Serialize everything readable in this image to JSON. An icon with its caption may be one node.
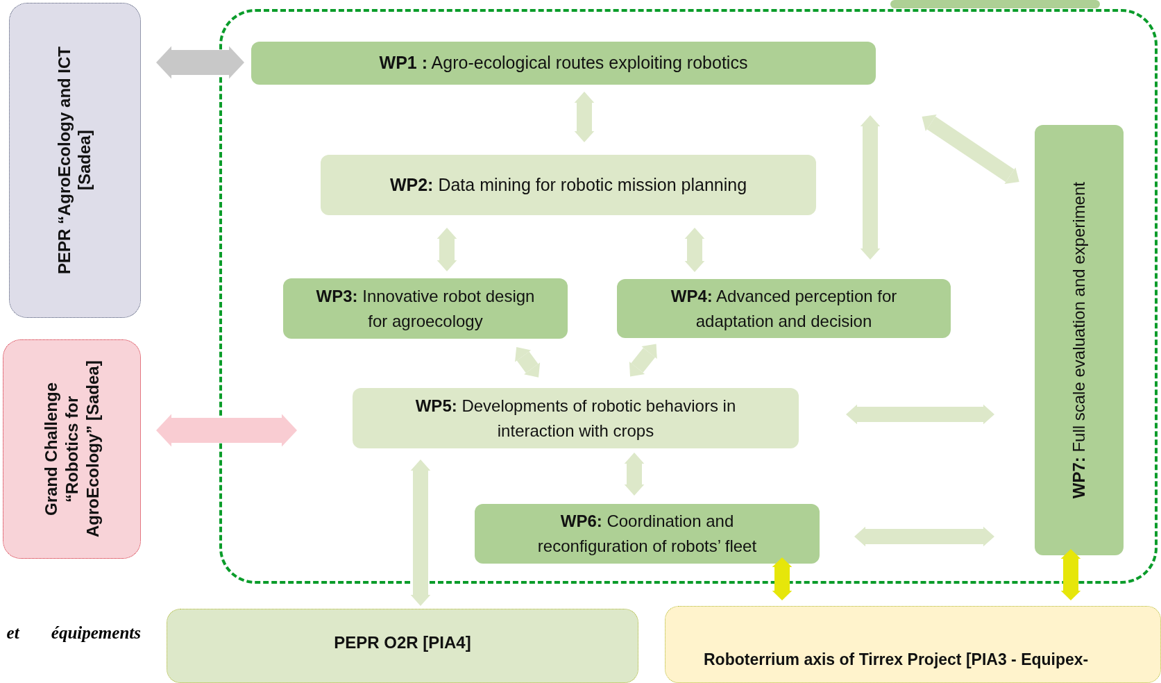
{
  "diagram": {
    "nodes": [
      {
        "text": [],
        "shape": "box"
      },
      {
        "text": [
          "PEPR “AgroEcology and ICT [Sadea]"
        ]
      },
      {
        "text": [
          "Grand Challenge “Robotics for AgroEcology” [Sadea]"
        ]
      },
      {
        "text": [
          "**WP1 :** Agro-ecological routes exploiting robotics"
        ],
        "in": 0
      },
      {
        "text": [
          "**WP2:** Data mining for robotic mission planning"
        ],
        "in": 0
      },
      {
        "text": [
          "**WP3:** Innovative robot design for agroecology"
        ],
        "in": 0
      },
      {
        "text": [
          "**WP4:** Advanced perception for adaptation and decision"
        ],
        "in": 0
      },
      {
        "text": [
          "**WP5:** Developments of robotic behaviors in interaction with crops"
        ],
        "in": 0
      },
      {
        "text": [
          "**WP6:** Coordination and reconfiguration of robots’ fleet"
        ],
        "in": 0
      },
      {
        "text": [
          "**WP7:** Full scale evaluation and experiment"
        ],
        "in": 0
      },
      {
        "text": [
          "PEPR O2R [PIA4]"
        ]
      },
      {
        "text": [
          "Roboterrium axis of Tirrex Project [PIA3 - Equipex-"
        ]
      },
      {
        "text": [],
        "shape": "box"
      }
    ],
    "edges": [
      {
        "from": 1,
        "to": 3,
        "arrow": "both",
        "color": "#c8c8c8"
      },
      {
        "from": 2,
        "to": 0,
        "arrow": "both",
        "color": "#f9ccd2"
      },
      {
        "from": 3,
        "to": 4,
        "arrow": "both"
      },
      {
        "from": 4,
        "to": 5,
        "arrow": "both"
      },
      {
        "from": 4,
        "to": 6,
        "arrow": "both"
      },
      {
        "from": 5,
        "to": 7,
        "arrow": "both"
      },
      {
        "from": 6,
        "to": 7,
        "arrow": "both"
      },
      {
        "from": 7,
        "to": 8,
        "arrow": "both"
      },
      {
        "from": 6,
        "to": 3,
        "arrow": "both"
      },
      {
        "from": 3,
        "to": 9,
        "arrow": "both"
      },
      {
        "from": 7,
        "to": 9,
        "arrow": "both"
      },
      {
        "from": 8,
        "to": 9,
        "arrow": "both"
      },
      {
        "from": 7,
        "to": 10,
        "arrow": "both"
      },
      {
        "from": 8,
        "to": 11,
        "arrow": "both",
        "color": "#e6e60a"
      },
      {
        "from": 9,
        "to": 11,
        "arrow": "both",
        "color": "#e6e60a"
      }
    ],
    "labels": [
      "et équipements"
    ]
  }
}
